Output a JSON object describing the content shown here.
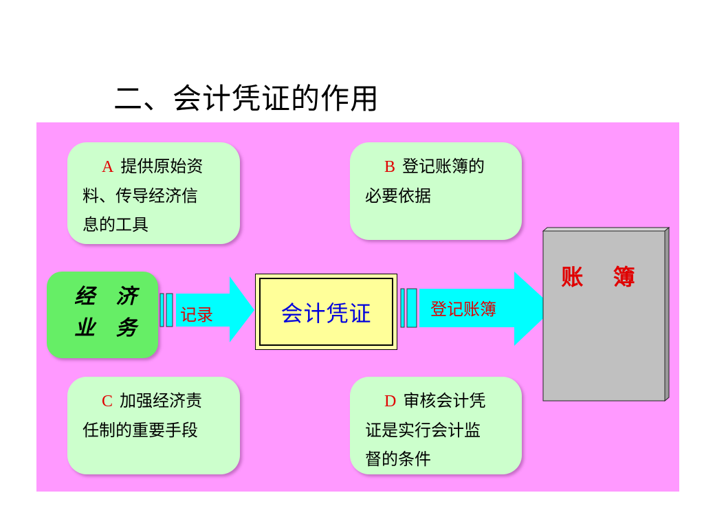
{
  "slide": {
    "title": "二、会计凭证的作用",
    "cards": {
      "a": {
        "letter": "A",
        "lines": [
          "提供原始资",
          "料、传导经济信",
          "息的工具"
        ]
      },
      "b": {
        "letter": "B",
        "lines": [
          "登记账簿的",
          "必要依据"
        ]
      },
      "c": {
        "letter": "C",
        "lines": [
          "加强经济责",
          "任制的重要手段"
        ]
      },
      "d": {
        "letter": "D",
        "lines": [
          "审核会计凭",
          "证是实行会计监",
          "督的条件"
        ]
      }
    },
    "economic_business": {
      "line1": "经 济",
      "line2": "业 务"
    },
    "arrow_record_label": "记录",
    "voucher_label": "会计凭证",
    "arrow_post_label": "登记账簿",
    "ledger_label": "账 簿"
  },
  "colors": {
    "panel_background": "#ff99ff",
    "card_fill": "#ccffcc",
    "economic_fill": "#66ee66",
    "arrow_fill": "#00ffff",
    "voucher_fill": "#ffff99",
    "ledger_fill": "#c0c0c0",
    "letter_red": "#e00000",
    "voucher_text_blue": "#0000dd"
  }
}
